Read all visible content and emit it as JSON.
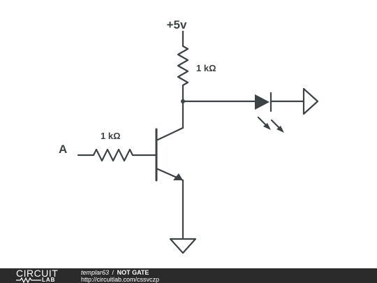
{
  "schematic": {
    "supply_label": "+5v",
    "collector_resistor_label": "1 kΩ",
    "base_resistor_label": "1 kΩ",
    "input_label": "A"
  },
  "footer": {
    "brand_top": "CIRCUIT",
    "brand_bottom": "LAB",
    "author": "templar63",
    "separator": "/",
    "title": "NOT GATE",
    "url": "http://circuitlab.com/cssvczp"
  },
  "colors": {
    "line": "#3d4345",
    "footer_bg": "#2b2b2b",
    "footer_text": "#ffffff"
  }
}
